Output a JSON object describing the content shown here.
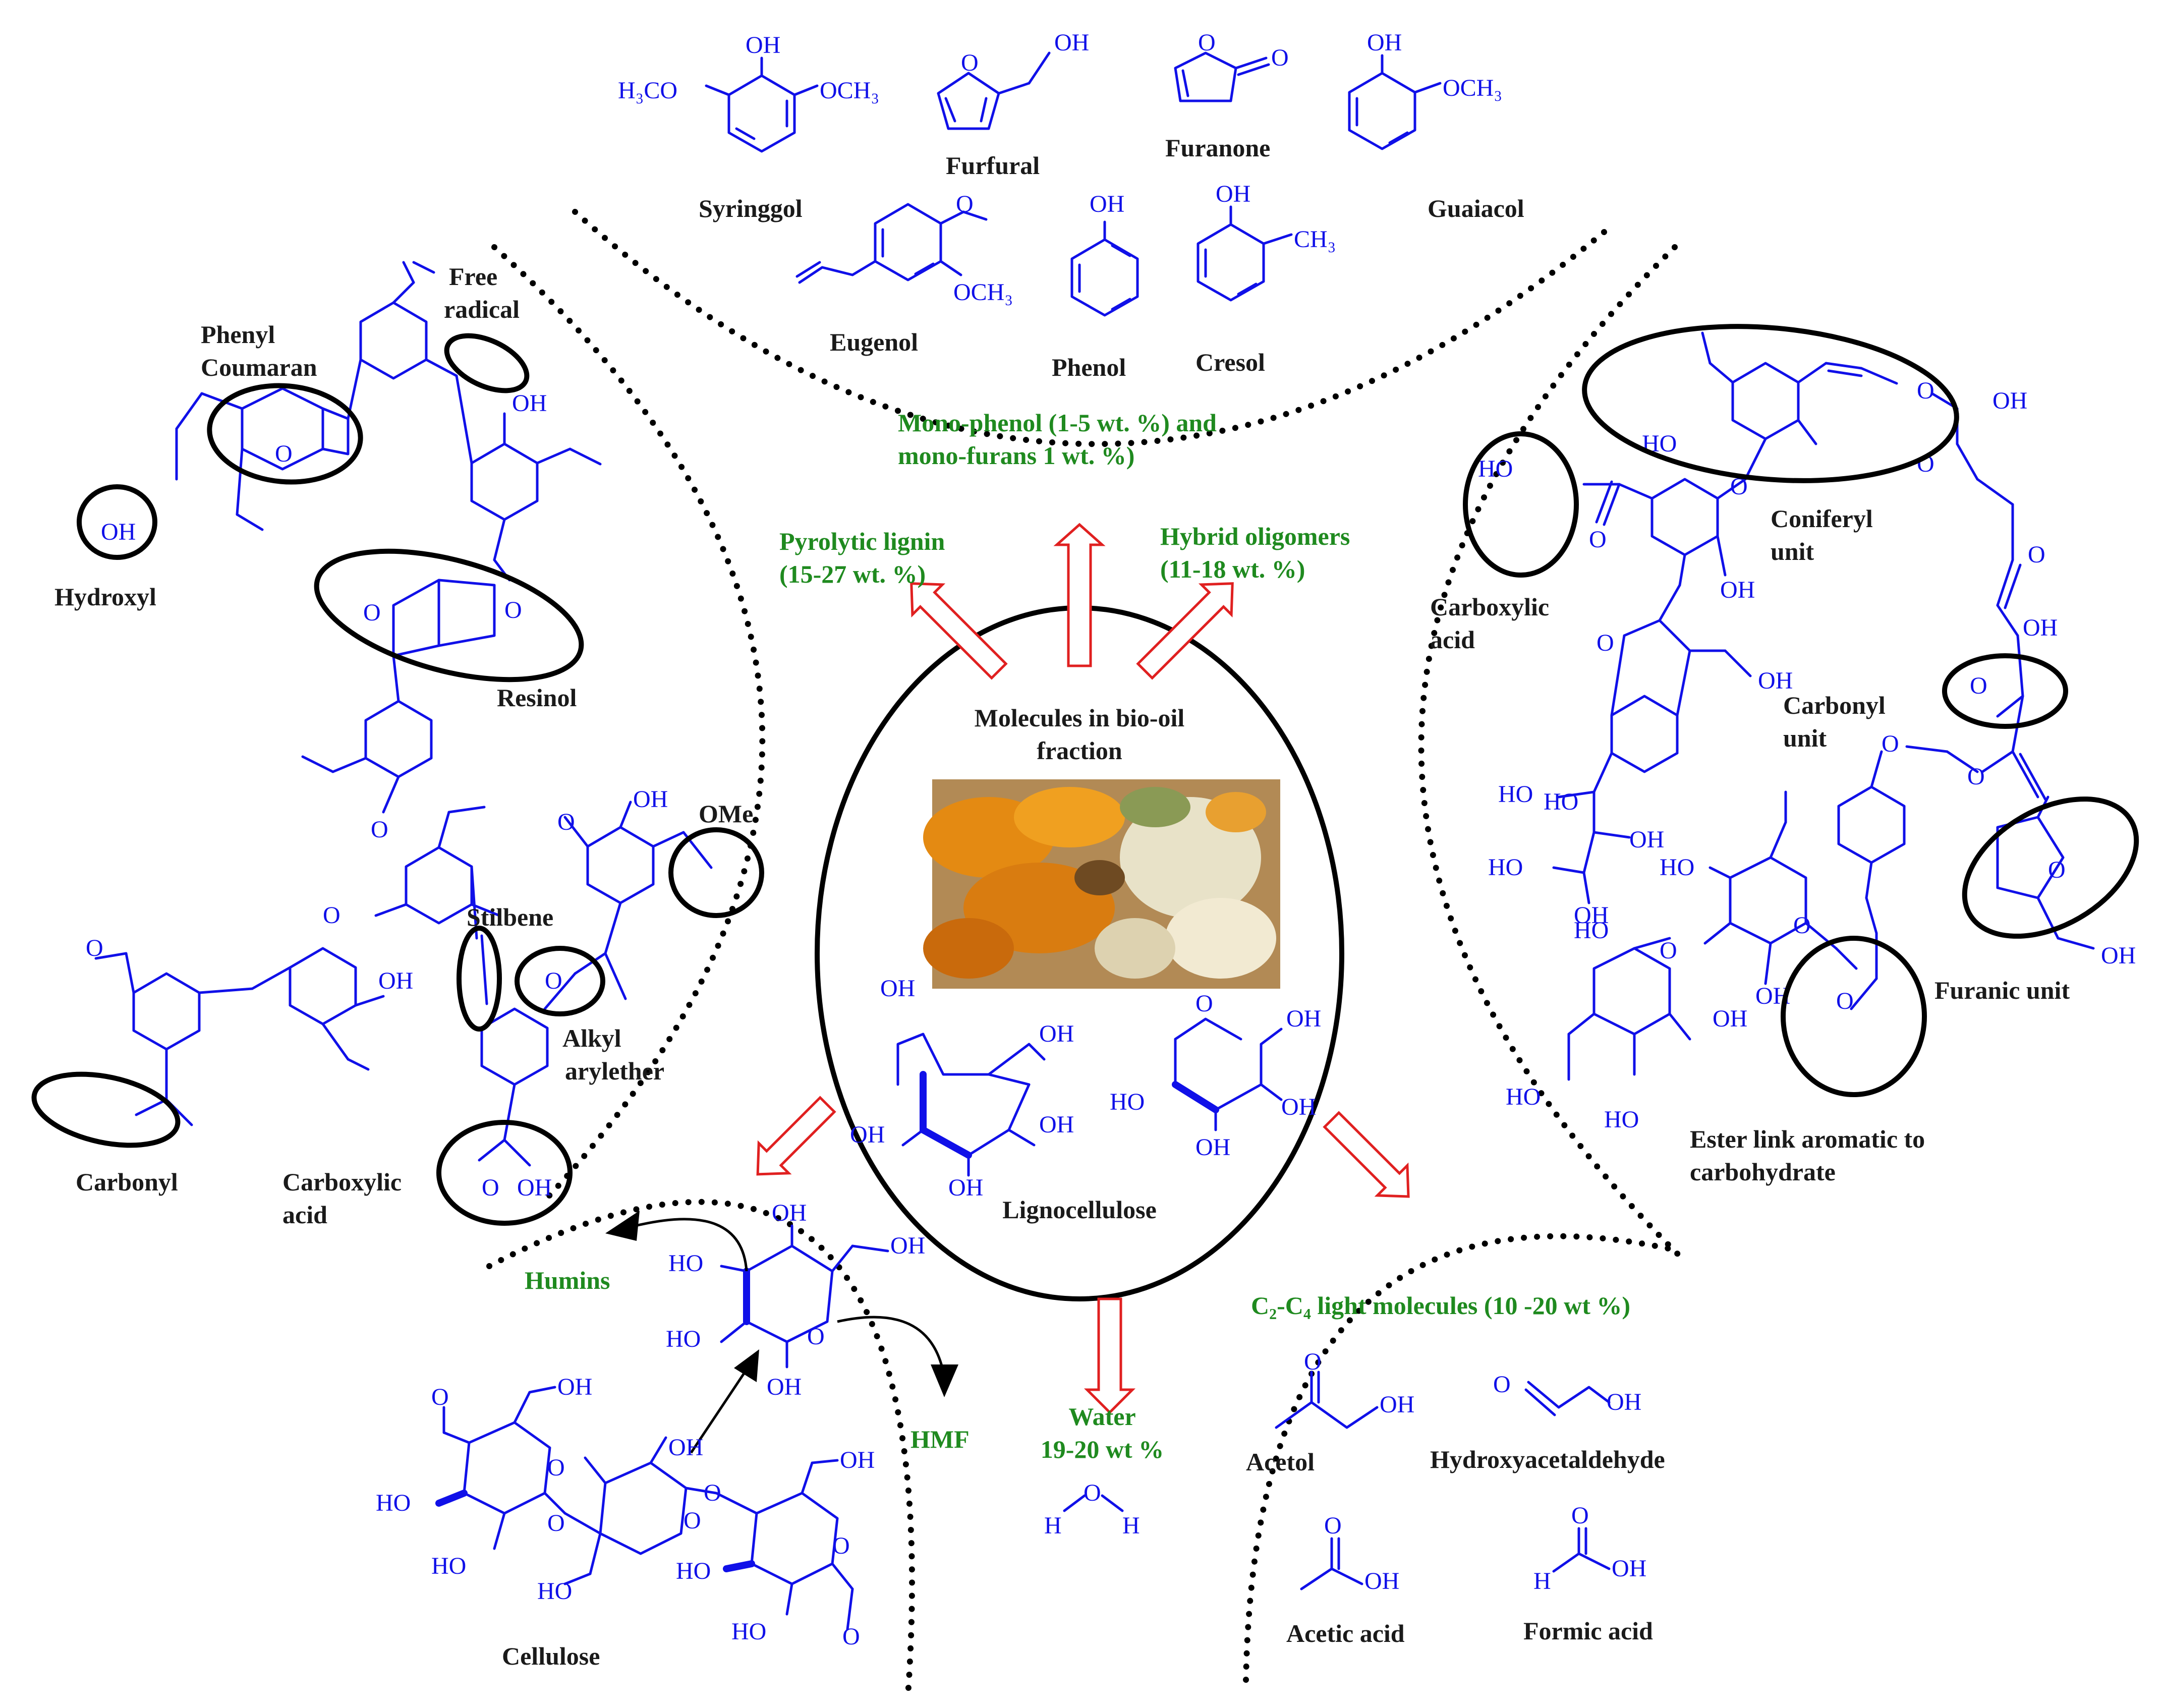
{
  "center": {
    "line1": "Molecules in bio-oil",
    "line2": "fraction",
    "lignocellulose": "Lignocellulose",
    "glc_labels": [
      "OH",
      "OH",
      "OH",
      "OH",
      "OH"
    ],
    "xyl_labels": [
      "OH",
      "OH",
      "HO",
      "OH"
    ]
  },
  "top": {
    "syringgol": {
      "name": "Syringgol",
      "oh": "OH",
      "left": "H₃CO",
      "right": "OCH₃"
    },
    "furfural": {
      "name": "Furfural",
      "oh": "OH"
    },
    "furanone": {
      "name": "Furanone",
      "o": "O"
    },
    "guaiacol": {
      "name": "Guaiacol",
      "oh": "OH",
      "right": "OCH₃"
    },
    "eugenol": {
      "name": "Eugenol",
      "och3": "OCH₃"
    },
    "phenol": {
      "name": "Phenol",
      "oh": "OH"
    },
    "cresol": {
      "name": "Cresol",
      "oh": "OH",
      "ch3": "CH₃"
    },
    "fraction_line1": "Mono-phenol (1-5 wt. %) and",
    "fraction_line2": "mono-furans 1 wt. %)"
  },
  "pyrolytic": {
    "line1": "Pyrolytic lignin",
    "line2": "(15-27 wt. %)"
  },
  "hybrid": {
    "line1": "Hybrid oligomers",
    "line2": "(11-18 wt. %)"
  },
  "left": {
    "free_radical1": "Free",
    "free_radical2": "radical",
    "phenyl1": "Phenyl",
    "phenyl2": "Coumaran",
    "hydroxyl": "Hydroxyl",
    "resinol": "Resinol",
    "ome": "OMe",
    "stilbene": "Stilbene",
    "alkyl1": "Alkyl",
    "alkyl2": "arylether",
    "carbonyl": "Carbonyl",
    "carboxylic1": "Carboxylic",
    "carboxylic2": "acid",
    "oh_labels": [
      "OH",
      "OH",
      "OH",
      "OH",
      "OH",
      "O"
    ],
    "o_labels": [
      "O",
      "O",
      "O",
      "O",
      "O",
      "O",
      "O",
      "O"
    ]
  },
  "right": {
    "coniferyl1": "Coniferyl",
    "coniferyl2": "unit",
    "carboxylic1": "Carboxylic",
    "carboxylic2": "acid",
    "carbonyl1": "Carbonyl",
    "carbonyl2": "unit",
    "furanic": "Furanic unit",
    "ester1": "Ester link aromatic to",
    "ester2": "carbohydrate",
    "labels_oh": [
      "OH",
      "HO",
      "HO",
      "OH",
      "OH",
      "OH",
      "OH",
      "HO",
      "HO",
      "OH",
      "HO",
      "OH",
      "OH",
      "HO",
      "HO",
      "HO",
      "HO",
      "OH"
    ],
    "labels_o": [
      "O",
      "O",
      "O",
      "O",
      "O",
      "O",
      "O",
      "O",
      "O",
      "O",
      "O",
      "O",
      "O"
    ]
  },
  "bottom_left": {
    "humins": "Humins",
    "hmf": "HMF",
    "cellulose": "Cellulose",
    "glc_labels": [
      "OH",
      "HO",
      "OH",
      "HO",
      "OH",
      "O"
    ],
    "cell_labels": [
      "OH",
      "HO",
      "HO",
      "O",
      "OH",
      "O",
      "OH",
      "HO",
      "HO",
      "HO",
      "O",
      "O",
      "O",
      "O",
      "O"
    ]
  },
  "water": {
    "line1": "Water",
    "line2": "19-20 wt %",
    "h1": "H",
    "o": "O",
    "h2": "H"
  },
  "bottom_right": {
    "title": "C₂-C₄ light molecules (10 -20 wt %)",
    "acetol": {
      "name": "Acetol",
      "o": "O",
      "oh": "OH"
    },
    "hydroxyacetaldehyde": {
      "name": "Hydroxyacetaldehyde",
      "o": "O",
      "oh": "OH"
    },
    "acetic": {
      "name": "Acetic acid",
      "o": "O",
      "oh": "OH"
    },
    "formic": {
      "name": "Formic acid",
      "o": "O",
      "oh": "OH",
      "h": "H"
    }
  }
}
